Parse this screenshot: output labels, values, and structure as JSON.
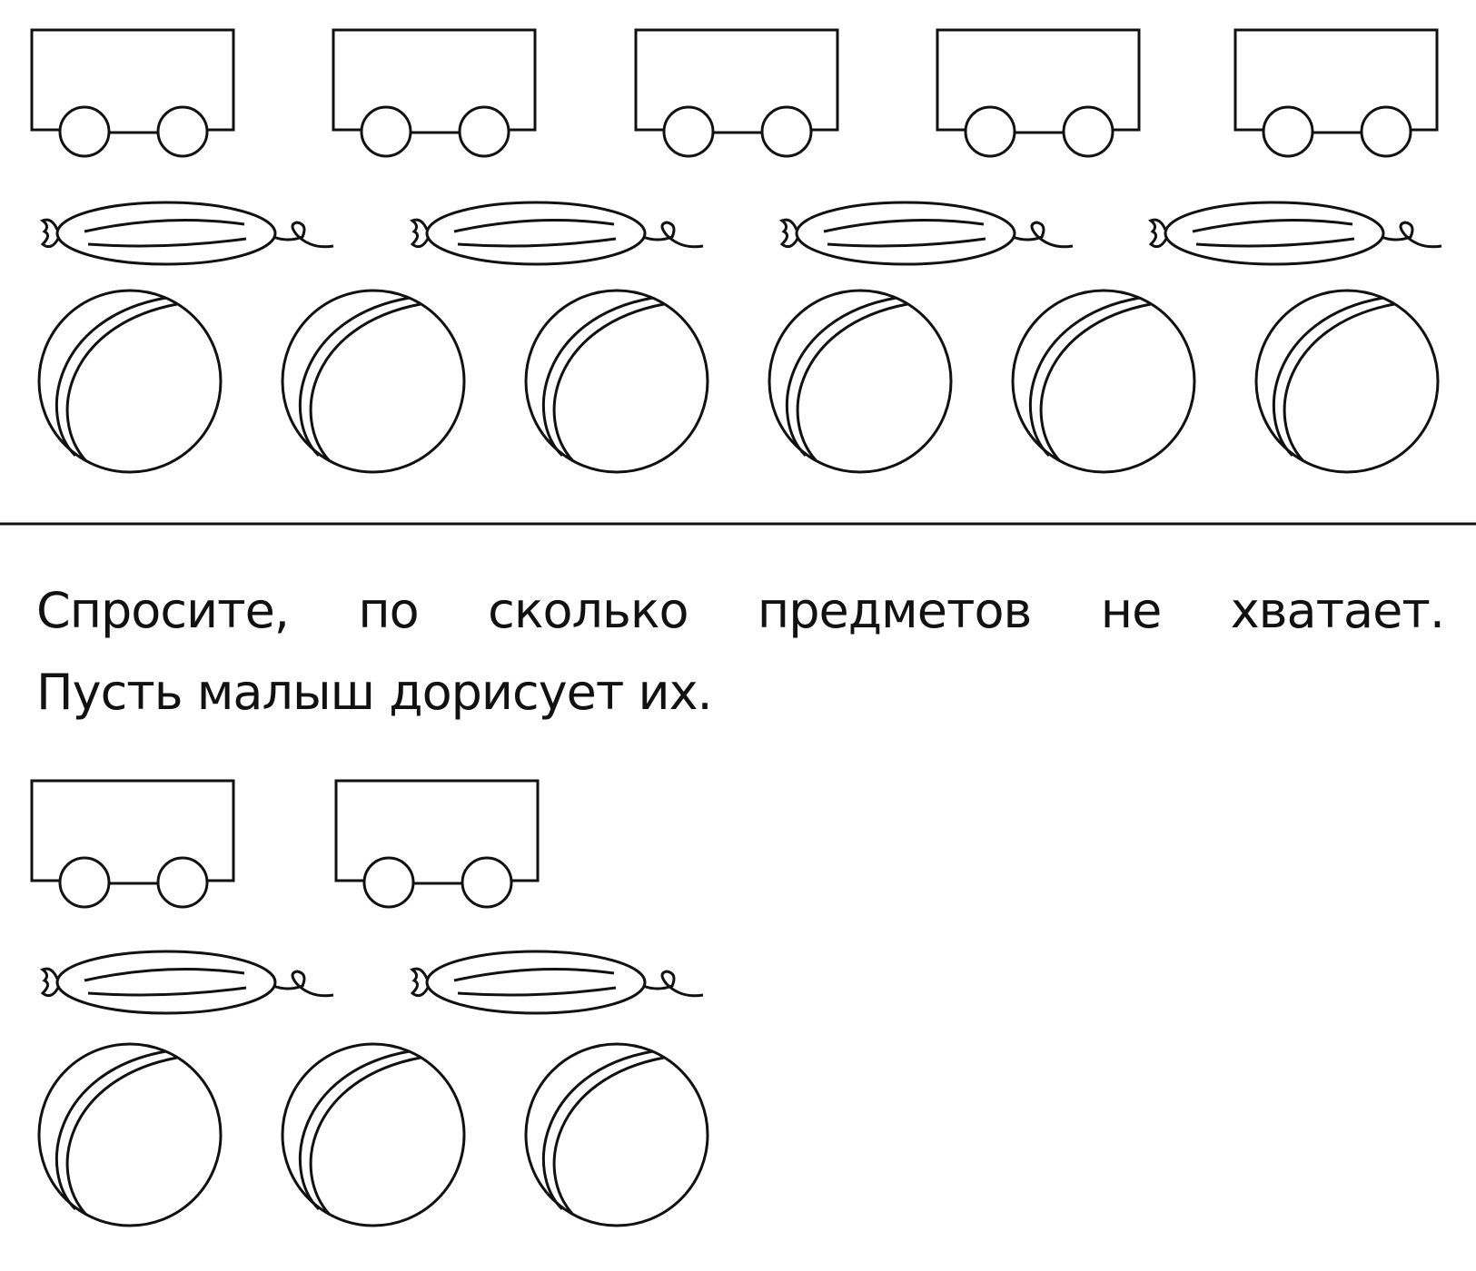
{
  "instruction": {
    "line1": "Спросите, по сколько предметов не хватает.",
    "line2": "Пусть малыш дорисует их."
  },
  "colors": {
    "ink": "#111111",
    "paper": "#ffffff"
  },
  "icons": {
    "wagon": "wagon-icon",
    "sausage": "sausage-icon",
    "ball": "ball-icon"
  },
  "rows": {
    "top": {
      "wagons": 5,
      "sausages": 4,
      "balls": 6
    },
    "bottom": {
      "wagons": 2,
      "sausages": 2,
      "balls": 3
    }
  }
}
